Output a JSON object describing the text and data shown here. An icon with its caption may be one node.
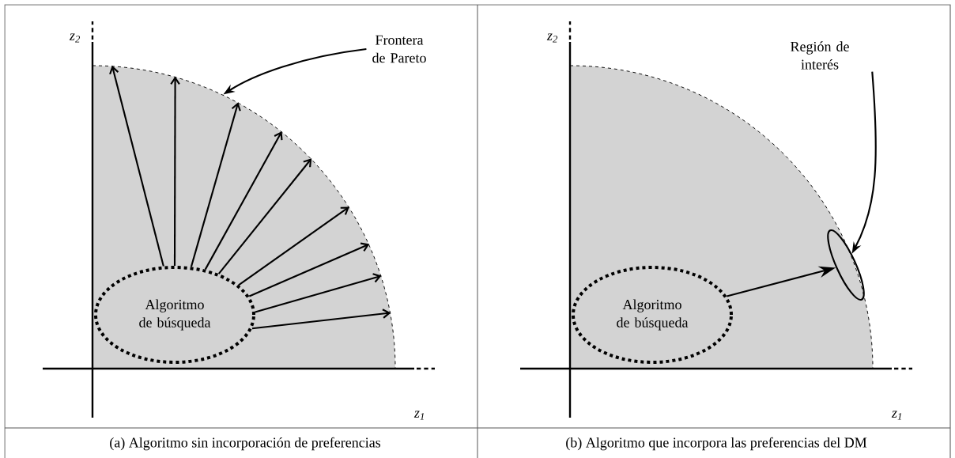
{
  "diagram": {
    "nodes": [
      {
        "text": [
          "Algoritmo de búsqueda"
        ]
      },
      {
        "text": [
          "Frontera de Pareto"
        ]
      },
      {
        "text": [
          "Algoritmo de búsqueda"
        ]
      },
      {
        "text": [
          "Región de interés"
        ]
      },
      {
        "text": [],
        "shape": "ellipse"
      }
    ],
    "edges": [
      {
        "from": 0,
        "to": null,
        "arrow": "to"
      },
      {
        "from": 0,
        "to": null,
        "arrow": "to"
      },
      {
        "from": 0,
        "to": null,
        "arrow": "to"
      },
      {
        "from": 0,
        "to": null,
        "arrow": "to"
      },
      {
        "from": 0,
        "to": null,
        "arrow": "to"
      },
      {
        "from": 0,
        "to": null,
        "arrow": "to"
      },
      {
        "from": 0,
        "to": null,
        "arrow": "to"
      },
      {
        "from": 0,
        "to": null,
        "arrow": "to"
      },
      {
        "from": 0,
        "to": null,
        "arrow": "to"
      },
      {
        "from": 1,
        "to": null,
        "arrow": "to"
      },
      {
        "from": 2,
        "to": 4,
        "arrow": "to"
      },
      {
        "from": 3,
        "to": 4,
        "arrow": "to"
      }
    ],
    "labels": [
      "z$_{2}$",
      "z$_{2}$",
      "z$_{1}$",
      "z$_{1}$",
      "(a)  Algoritmo sin incorporación de preferencias",
      "(b)  Algoritmo que incorpora las preferencias del DM"
    ]
  }
}
